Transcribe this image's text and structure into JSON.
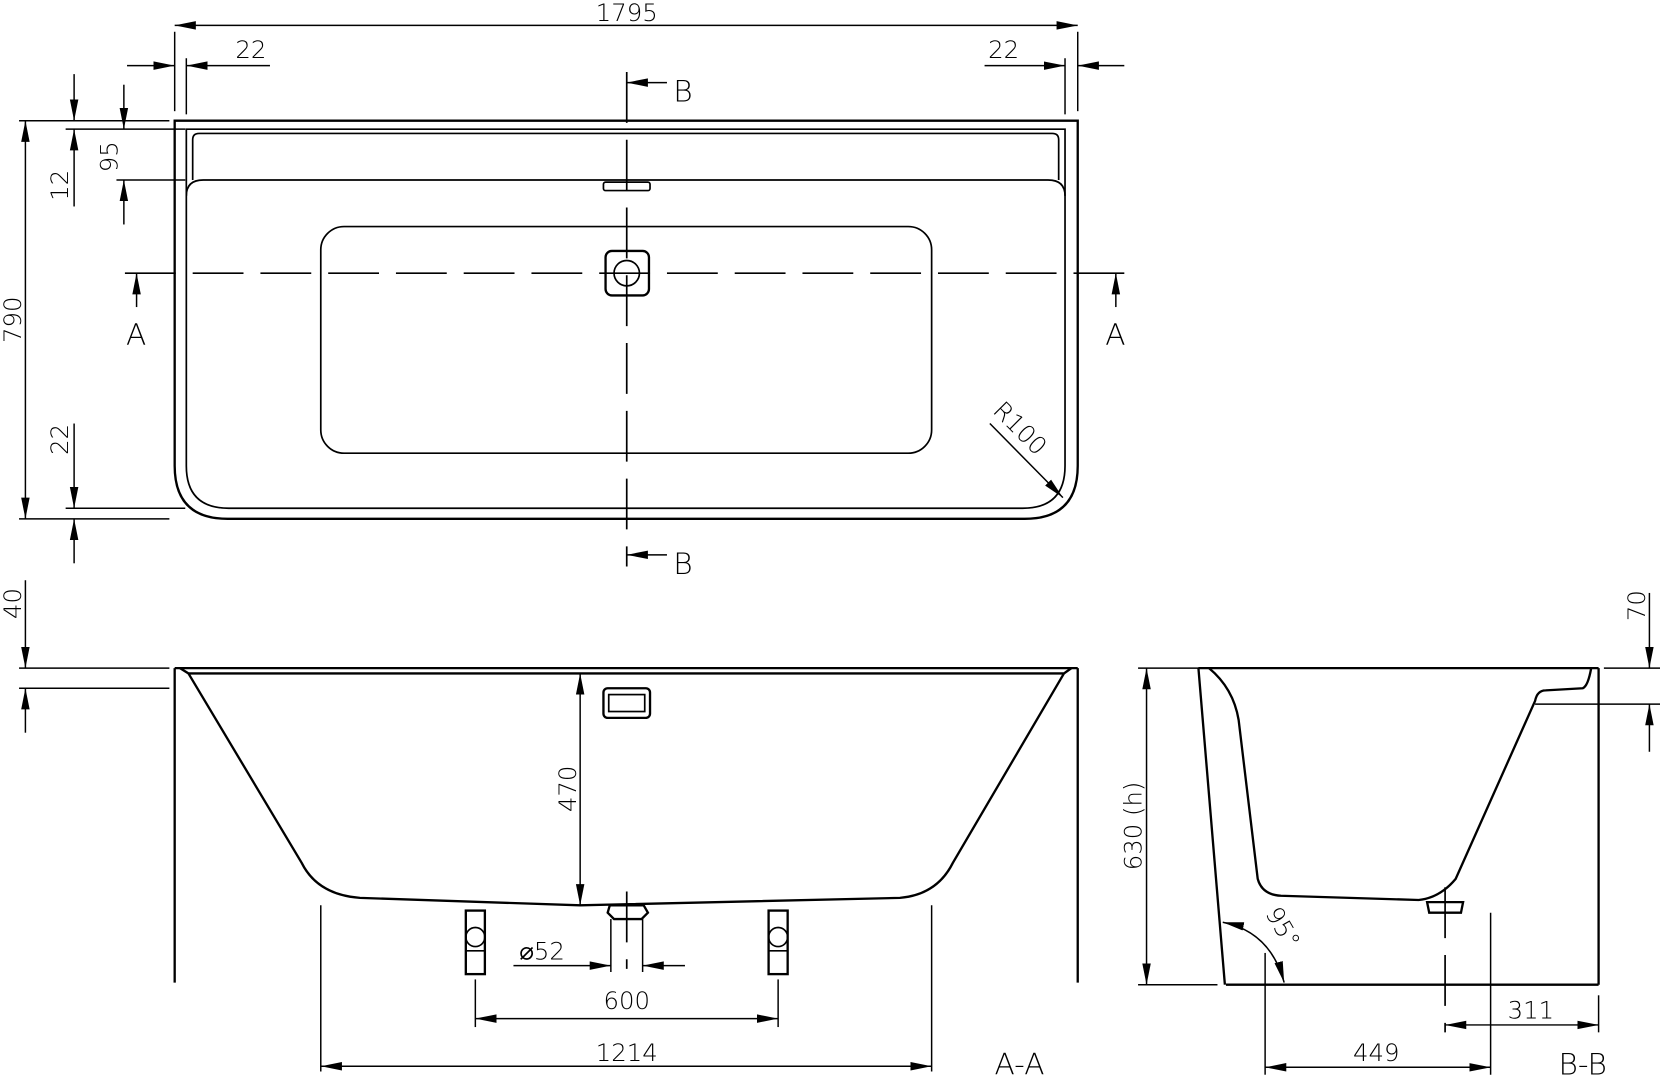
{
  "top_view": {
    "dims": {
      "overall_length": "1795",
      "rim_left": "22",
      "rim_right": "22",
      "overall_width": "790",
      "ledge_rim": "12",
      "ledge_depth": "95",
      "rim_front": "22",
      "corner_radius": "R100"
    },
    "section_marks": {
      "a_left": "A",
      "a_right": "A",
      "b_top": "B",
      "b_bottom": "B"
    }
  },
  "section_aa": {
    "label": "A-A",
    "dims": {
      "rim_height": "40",
      "depth": "470",
      "drain_diameter": "⌀52",
      "feet_spacing": "600",
      "base_length": "1214"
    }
  },
  "section_bb": {
    "label": "B-B",
    "dims": {
      "height": "630 (h)",
      "ledge_height": "70",
      "angle": "95°",
      "drain_offset": "311",
      "base_width": "449"
    }
  }
}
